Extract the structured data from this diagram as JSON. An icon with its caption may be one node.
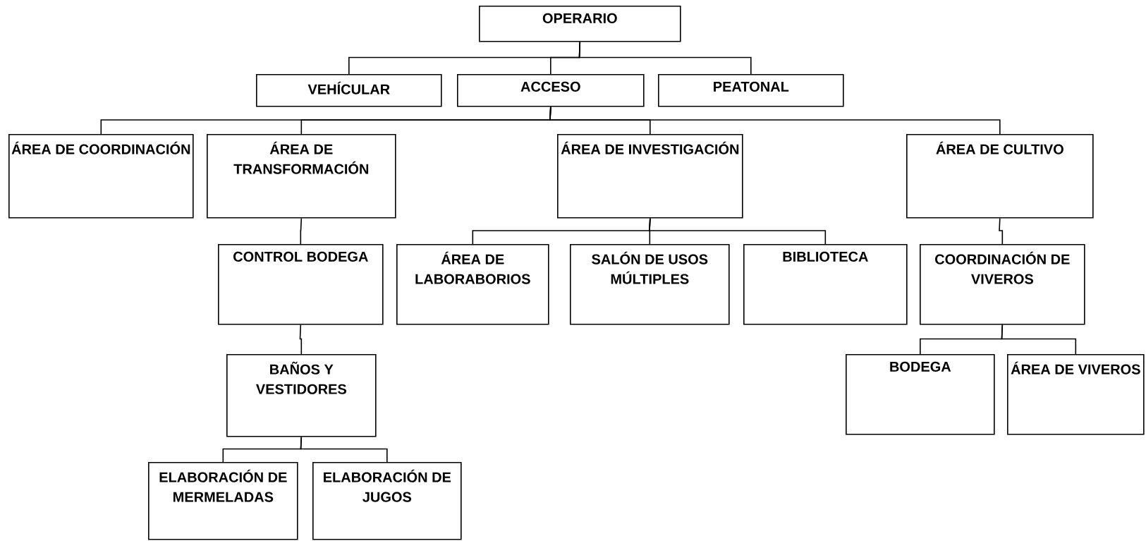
{
  "diagram": {
    "nodes": [
      {
        "text": [
          "OPERARIO"
        ]
      },
      {
        "text": [
          "VEHÍCULAR"
        ]
      },
      {
        "text": [
          "ACCESO"
        ]
      },
      {
        "text": [
          "PEATONAL"
        ]
      },
      {
        "text": [
          "ÁREA DE COORDINACIÓN"
        ]
      },
      {
        "text": [
          "ÁREA DE TRANSFORMACIÓN"
        ]
      },
      {
        "text": [
          "ÁREA DE INVESTIGACIÓN"
        ]
      },
      {
        "text": [
          "ÁREA DE CULTIVO"
        ]
      },
      {
        "text": [
          "CONTROL BODEGA"
        ]
      },
      {
        "text": [
          "ÁREA DE LABORABORIOS"
        ]
      },
      {
        "text": [
          "SALÓN DE USOS MÚLTIPLES"
        ]
      },
      {
        "text": [
          "BIBLIOTECA"
        ]
      },
      {
        "text": [
          "COORDINACIÓN DE VIVEROS"
        ]
      },
      {
        "text": [
          "BAÑOS Y VESTIDORES"
        ]
      },
      {
        "text": [
          "BODEGA"
        ]
      },
      {
        "text": [
          "ÁREA DE VIVEROS"
        ]
      },
      {
        "text": [
          "ELABORACIÓN DE MERMELADAS"
        ]
      },
      {
        "text": [
          "ELABORACIÓN DE JUGOS"
        ]
      }
    ],
    "edges": [
      {
        "from": 0,
        "to": 1,
        "arrow": "none"
      },
      {
        "from": 0,
        "to": 2,
        "arrow": "none"
      },
      {
        "from": 0,
        "to": 3,
        "arrow": "none"
      },
      {
        "from": 2,
        "to": 4,
        "arrow": "none"
      },
      {
        "from": 2,
        "to": 5,
        "arrow": "none"
      },
      {
        "from": 2,
        "to": 6,
        "arrow": "none"
      },
      {
        "from": 2,
        "to": 7,
        "arrow": "none"
      },
      {
        "from": 5,
        "to": 8,
        "arrow": "none"
      },
      {
        "from": 6,
        "to": 9,
        "arrow": "none"
      },
      {
        "from": 6,
        "to": 10,
        "arrow": "none"
      },
      {
        "from": 6,
        "to": 11,
        "arrow": "none"
      },
      {
        "from": 7,
        "to": 12,
        "arrow": "none"
      },
      {
        "from": 8,
        "to": 13,
        "arrow": "none"
      },
      {
        "from": 12,
        "to": 14,
        "arrow": "none"
      },
      {
        "from": 12,
        "to": 15,
        "arrow": "none"
      },
      {
        "from": 13,
        "to": 16,
        "arrow": "none"
      },
      {
        "from": 13,
        "to": 17,
        "arrow": "none"
      }
    ]
  }
}
